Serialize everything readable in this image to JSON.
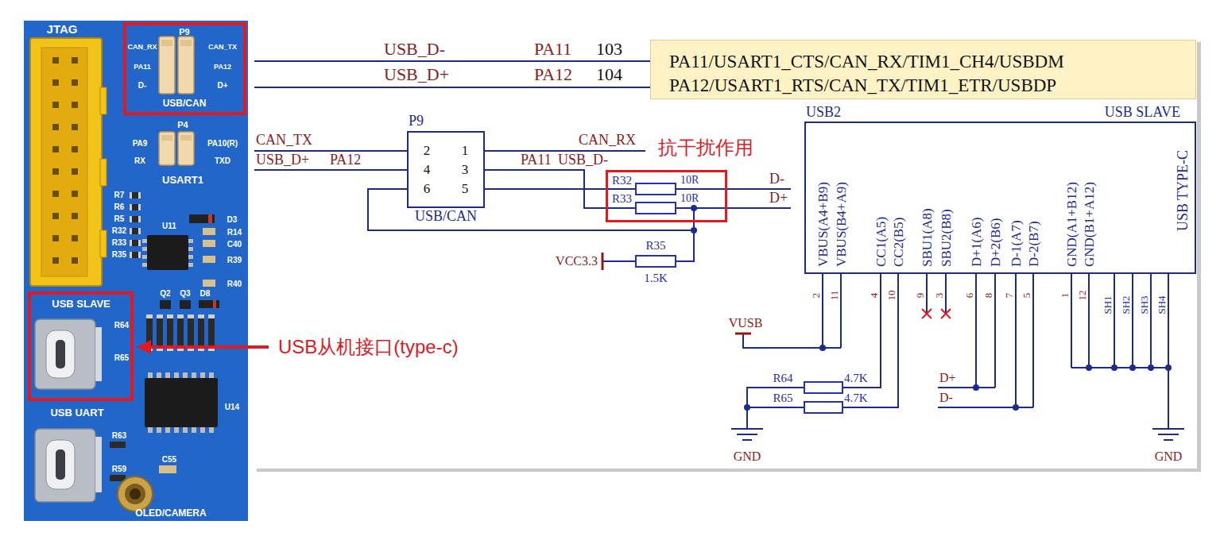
{
  "diagram": {
    "nodes": [
      {
        "text": [
          "P9",
          "CAN_RX",
          "CAN_TX",
          "PA11",
          "PA12",
          "D-",
          "D+",
          "USB/CAN"
        ]
      },
      {
        "text": [
          "USB SLAVE"
        ]
      },
      {
        "text": [
          "PA11/USART1_CTS/CAN_RX/TIM1_CH4/USBDM",
          "PA12/USART1_RTS/CAN_TX/TIM1_ETR/USBDP"
        ]
      },
      {
        "text": [
          "P9",
          "2",
          "1",
          "4",
          "3",
          "6",
          "5",
          "USB/CAN"
        ]
      },
      {
        "text": [
          "抗干扰作用"
        ]
      },
      {
        "text": [
          "USB2",
          "USB SLAVE",
          "VBUS(A4+B9)",
          "VBUS(B4+A9)",
          "CC1(A5)",
          "CC2(B5)",
          "SBU1(A8)",
          "SBU2(B8)",
          "D+1(A6)",
          "D+2(B6)",
          "D-1(A7)",
          "D-2(B7)",
          "GND(A1+B12)",
          "GND(B1+A12)",
          "USB TYPE-C"
        ]
      }
    ],
    "edges": [
      {
        "from": 3,
        "to": 4,
        "arrow": "none"
      }
    ],
    "labels": [
      "JTAG",
      "P4",
      "PA9",
      "PA10(R)",
      "RX",
      "TXD",
      "USART1",
      "R7",
      "R6",
      "R5",
      "R32",
      "R33",
      "R35",
      "U11",
      "D3",
      "R14",
      "C40",
      "R39",
      "R40",
      "Q2",
      "Q3",
      "D8",
      "R64",
      "R65",
      "USB UART",
      "R63",
      "C55",
      "R59",
      "U14",
      "OLED/CAMERA",
      "USB从机接口(type-c)",
      "USB_D-",
      "PA11",
      "103",
      "USB_D+",
      "PA12",
      "104",
      "CAN_TX",
      "USB_D+",
      "PA12",
      "CAN_RX",
      "PA11",
      "USB_D-",
      "R32",
      "R33",
      "10R",
      "10R",
      "D-",
      "D+",
      "VCC3.3",
      "R35",
      "1.5K",
      "2",
      "11",
      "4",
      "10",
      "9",
      "3",
      "6",
      "8",
      "7",
      "5",
      "1",
      "12",
      "SH1",
      "SH2",
      "SH3",
      "SH4",
      "VUSB",
      "R64",
      "4.7K",
      "R65",
      "4.7K",
      "D+",
      "D-",
      "GND",
      "GND"
    ]
  }
}
